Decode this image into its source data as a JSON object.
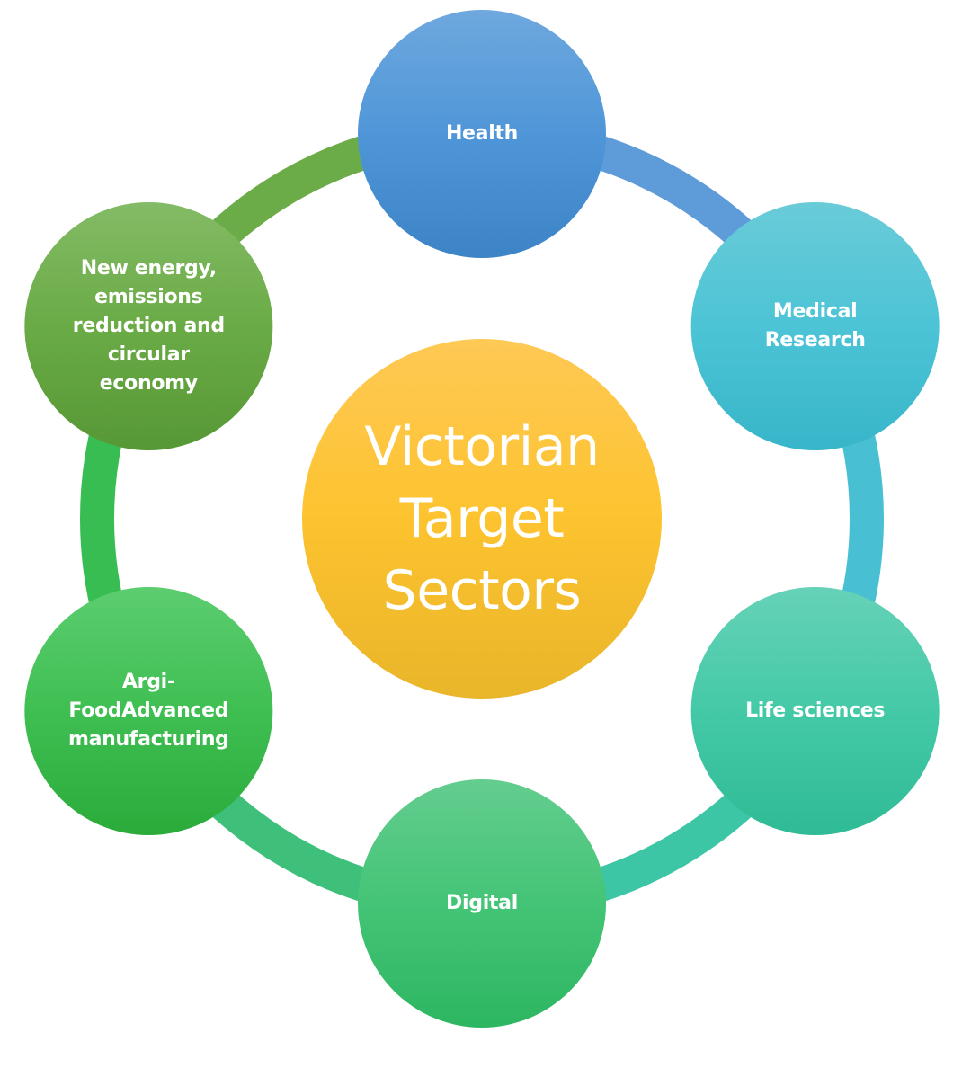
{
  "diagram": {
    "center": {
      "id": "center",
      "label": "Victorian\nTarget\nSectors",
      "colors": [
        "#fec955",
        "#fdc32f",
        "#e9b52a"
      ]
    },
    "nodes": [
      {
        "id": "health",
        "label": "Health",
        "colors": [
          "#6ea8de",
          "#4f96d8",
          "#3d84c6"
        ]
      },
      {
        "id": "medical-research",
        "label": "Medical\nResearch",
        "colors": [
          "#6acbd8",
          "#4cc4d6",
          "#38b5c9"
        ]
      },
      {
        "id": "life-sciences",
        "label": "Life sciences",
        "colors": [
          "#66d2b8",
          "#44c9a6",
          "#2fbb95"
        ]
      },
      {
        "id": "digital",
        "label": "Digital",
        "colors": [
          "#64cd8f",
          "#44c476",
          "#2db662"
        ]
      },
      {
        "id": "argi-food",
        "label": "Argi-\nFoodAdvanced\nmanufacturing",
        "colors": [
          "#5ccd70",
          "#3fbf52",
          "#2aab3a"
        ]
      },
      {
        "id": "new-energy",
        "label": "New energy,\nemissions\nreduction and\ncircular\neconomy",
        "colors": [
          "#84bb66",
          "#6aab46",
          "#579836"
        ]
      }
    ],
    "ring_colors": [
      "#5e9bd9",
      "#48bfd3",
      "#3dc6a5",
      "#3ec07b",
      "#38bd52",
      "#6cac48"
    ]
  }
}
